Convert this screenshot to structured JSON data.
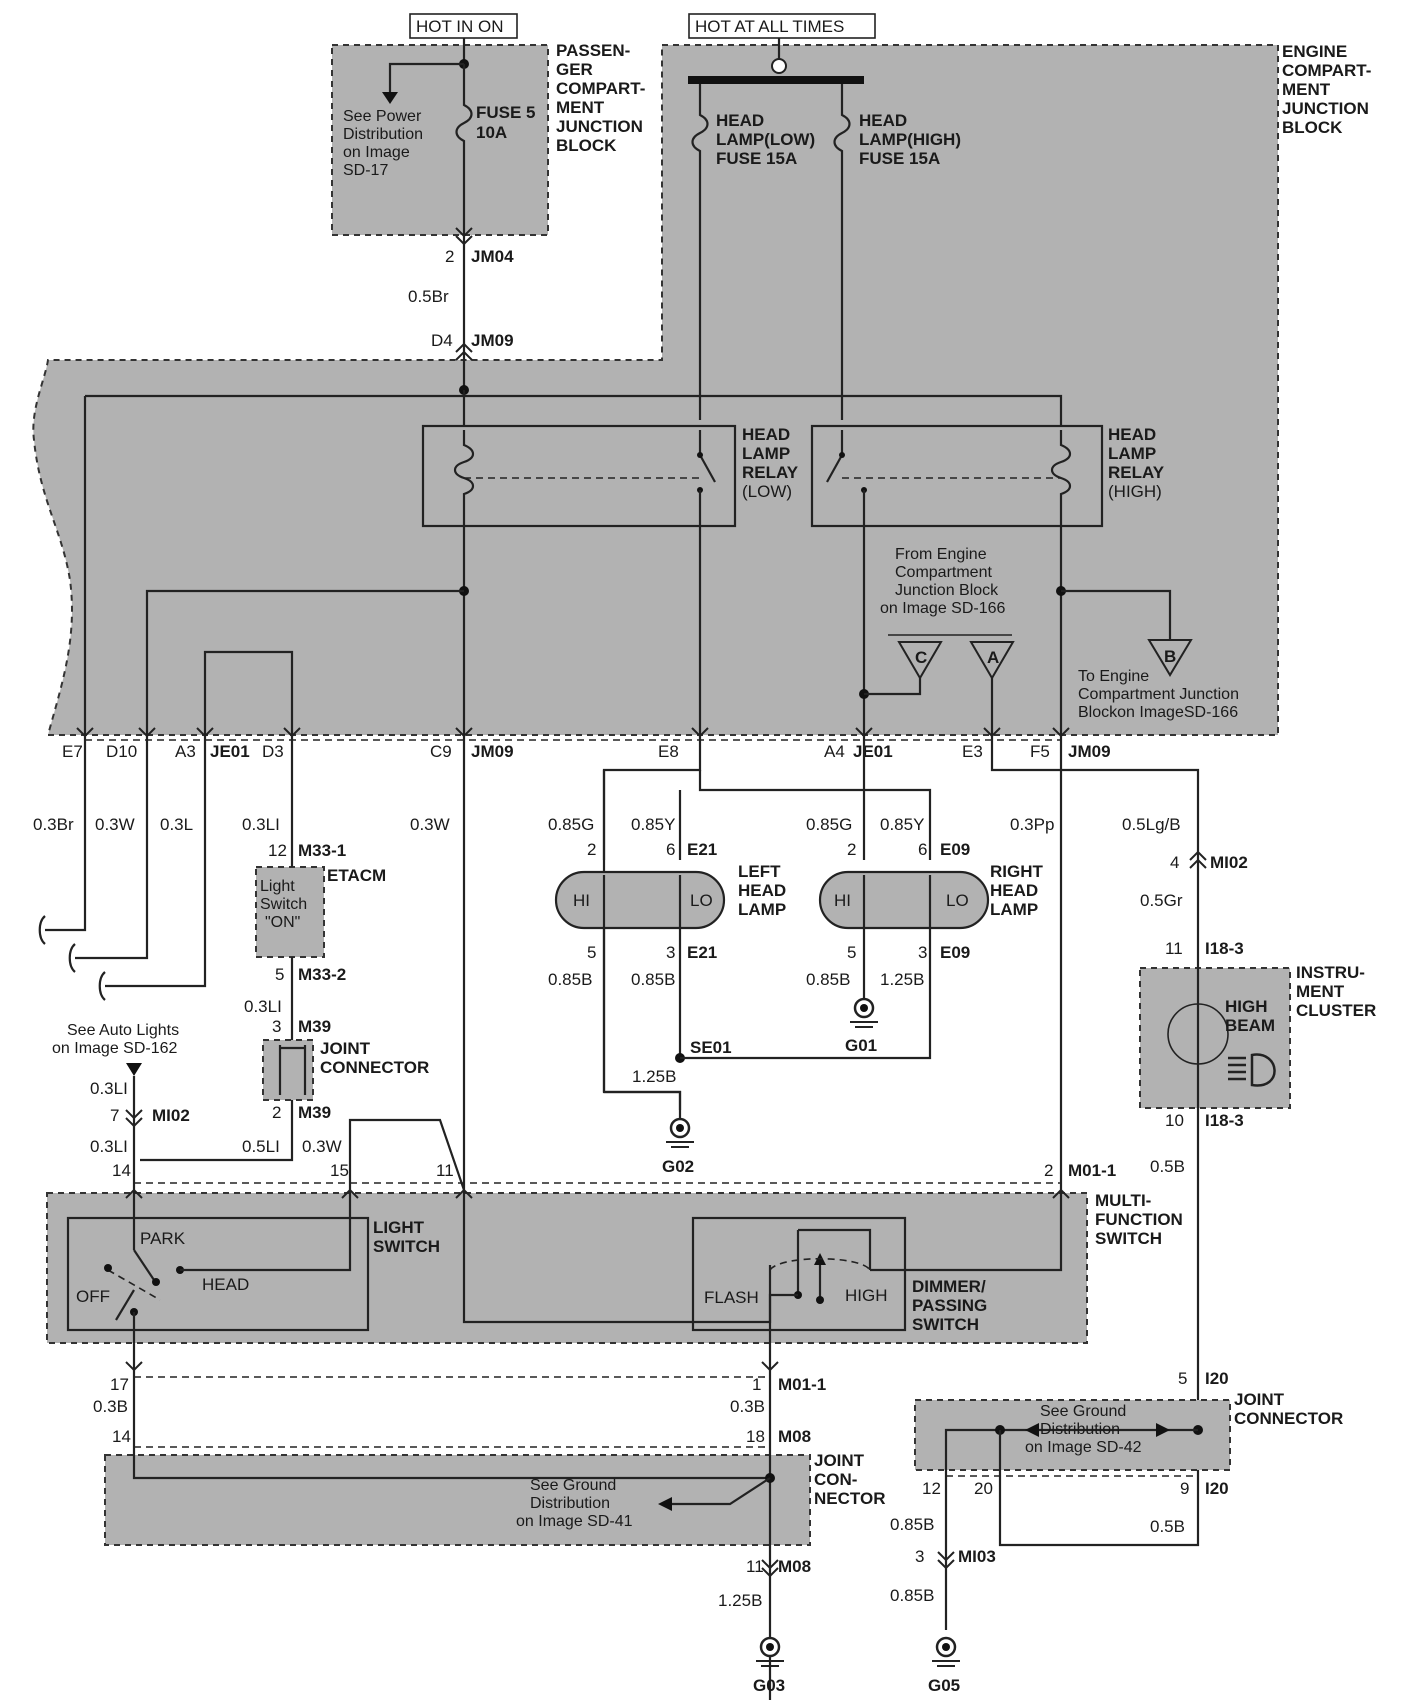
{
  "power": {
    "hot_in_on": "HOT IN ON",
    "hot_at_all_times": "HOT AT ALL TIMES"
  },
  "passenger_block": {
    "label": [
      "PASSEN-",
      "GER",
      "COMPART-",
      "MENT",
      "JUNCTION",
      "BLOCK"
    ],
    "note": [
      "See Power",
      "Distribution",
      "on Image",
      "SD-17"
    ],
    "fuse": [
      "FUSE 5",
      "10A"
    ]
  },
  "engine_block": {
    "label": [
      "ENGINE",
      "COMPART-",
      "MENT",
      "JUNCTION",
      "BLOCK"
    ],
    "fuse_low": [
      "HEAD",
      "LAMP(LOW)",
      "FUSE 15A"
    ],
    "fuse_high": [
      "HEAD",
      "LAMP(HIGH)",
      "FUSE 15A"
    ],
    "relay_low": [
      "HEAD",
      "LAMP",
      "RELAY",
      "(LOW)"
    ],
    "relay_high": [
      "HEAD",
      "LAMP",
      "RELAY",
      "(HIGH)"
    ],
    "from_note": [
      "From Engine",
      "Compartment",
      "Junction Block",
      "on Image SD-166"
    ],
    "to_note": [
      "To Engine",
      "Compartment Junction",
      "Blockon ImageSD-166"
    ],
    "arrows": [
      "C",
      "A",
      "B"
    ]
  },
  "connectors": {
    "jm04": {
      "pin": "2",
      "name": "JM04"
    },
    "jm09_top": {
      "pin": "D4",
      "name": "JM09"
    },
    "row": {
      "e7": "E7",
      "d10": "D10",
      "a3": "A3",
      "je01_a": "JE01",
      "d3": "D3",
      "c9": "C9",
      "jm09_a": "JM09",
      "e8": "E8",
      "a4": "A4",
      "je01_b": "JE01",
      "e3": "E3",
      "f5": "F5",
      "jm09_b": "JM09"
    }
  },
  "wires": {
    "br05": "0.5Br",
    "br03": "0.3Br",
    "w03a": "0.3W",
    "l03": "0.3L",
    "li03a": "0.3LI",
    "w03b": "0.3W",
    "g085a": "0.85G",
    "y085a": "0.85Y",
    "g085b": "0.85G",
    "y085b": "0.85Y",
    "pp03": "0.3Pp",
    "lgb05": "0.5Lg/B",
    "gr05": "0.5Gr",
    "b085a": "0.85B",
    "b085b": "0.85B",
    "b085c": "0.85B",
    "b125a": "1.25B",
    "b125b": "1.25B",
    "li03b": "0.3LI",
    "li03c": "0.3LI",
    "li03d": "0.3LI",
    "li05": "0.5LI",
    "w03c": "0.3W",
    "b05a": "0.5B",
    "b03a": "0.3B",
    "b03b": "0.3B",
    "b05b": "0.5B",
    "b085d": "0.85B",
    "b125c": "1.25B",
    "b085e": "0.85B"
  },
  "etacm": {
    "pin_top": "12",
    "conn_top": "M33-1",
    "label": "ETACM",
    "inner": [
      "Light",
      "Switch",
      "\"ON\""
    ],
    "pin_bot": "5",
    "conn_bot": "M33-2"
  },
  "joint_m39": {
    "pin_top": "3",
    "conn_top": "M39",
    "label": [
      "JOINT",
      "CONNECTOR"
    ],
    "pin_bot": "2",
    "conn_bot": "M39"
  },
  "auto_lights": [
    "See Auto Lights",
    "on Image SD-162"
  ],
  "mi02_left": {
    "pin": "7",
    "name": "MI02"
  },
  "left_lamp": {
    "label": [
      "LEFT",
      "HEAD",
      "LAMP"
    ],
    "hi": "HI",
    "lo": "LO",
    "pin_a": "2",
    "pin_b": "6",
    "conn_top": "E21",
    "pin_c": "5",
    "pin_d": "3",
    "conn_bot": "E21"
  },
  "right_lamp": {
    "label": [
      "RIGHT",
      "HEAD",
      "LAMP"
    ],
    "hi": "HI",
    "lo": "LO",
    "pin_a": "2",
    "pin_b": "6",
    "conn_top": "E09",
    "pin_c": "5",
    "pin_d": "3",
    "conn_bot": "E09"
  },
  "splice": {
    "se01": "SE01"
  },
  "grounds": {
    "g01": "G01",
    "g02": "G02",
    "g03": "G03",
    "g05": "G05"
  },
  "cluster": {
    "pin_in": "11",
    "conn_in": "I18-3",
    "label": [
      "INSTRU-",
      "MENT",
      "CLUSTER"
    ],
    "inner": [
      "HIGH",
      "BEAM"
    ],
    "pin_out": "10",
    "conn_out": "I18-3",
    "mi02_pin": "4",
    "mi02": "MI02"
  },
  "mfs": {
    "pin14": "14",
    "pin15": "15",
    "pin11": "11",
    "pin2": "2",
    "conn": "M01-1",
    "label": [
      "MULTI-",
      "FUNCTION",
      "SWITCH"
    ],
    "light_switch": [
      "LIGHT",
      "SWITCH"
    ],
    "park": "PARK",
    "off": "OFF",
    "head": "HEAD",
    "dimmer": [
      "DIMMER/",
      "PASSING",
      "SWITCH"
    ],
    "flash": "FLASH",
    "high": "HIGH",
    "pin17": "17",
    "pin1": "1",
    "conn_bot": "M01-1"
  },
  "joint_m08": {
    "pin14": "14",
    "pin18": "18",
    "conn": "M08",
    "label": [
      "JOINT",
      "CON-",
      "NECTOR"
    ],
    "note": [
      "See Ground",
      "Distribution",
      "on Image SD-41"
    ],
    "pin11": "11",
    "conn_bot": "M08"
  },
  "joint_i20": {
    "pin5": "5",
    "conn": "I20",
    "label": [
      "JOINT",
      "CONNECTOR"
    ],
    "note": [
      "See Ground",
      "Distribution",
      "on Image SD-42"
    ],
    "pin12": "12",
    "pin20": "20",
    "pin9": "9",
    "conn_bot": "I20",
    "mi03_pin": "3",
    "mi03": "MI03"
  }
}
